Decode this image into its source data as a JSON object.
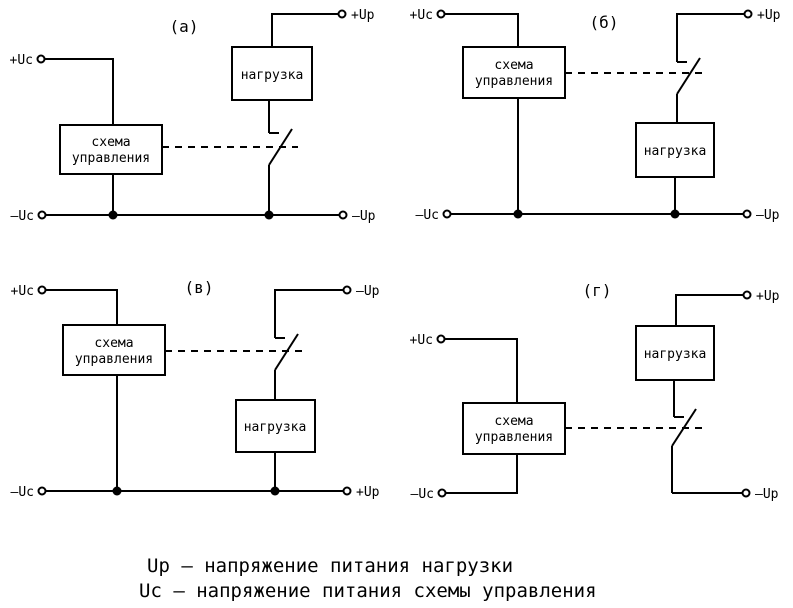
{
  "figure": {
    "background_color": "#ffffff",
    "line_color": "#000000",
    "circuits": [
      {
        "label": "(а)",
        "control_box": {
          "line1": "схема",
          "line2": "управления"
        },
        "load_box": "нагрузка",
        "terminals": {
          "left_top": "+Uc",
          "left_bottom": "–Uc",
          "right_top": "+Up",
          "right_bottom": "–Up"
        }
      },
      {
        "label": "(б)",
        "control_box": {
          "line1": "схема",
          "line2": "управления"
        },
        "load_box": "нагрузка",
        "terminals": {
          "left_top": "+Uc",
          "left_bottom": "–Uc",
          "right_top": "+Up",
          "right_bottom": "–Up"
        }
      },
      {
        "label": "(в)",
        "control_box": {
          "line1": "схема",
          "line2": "управления"
        },
        "load_box": "нагрузка",
        "terminals": {
          "left_top": "+Uc",
          "left_bottom": "–Uc",
          "right_top": "–Up",
          "right_bottom": "+Up"
        }
      },
      {
        "label": "(г)",
        "control_box": {
          "line1": "схема",
          "line2": "управления"
        },
        "load_box": "нагрузка",
        "terminals": {
          "left_top": "+Uc",
          "left_bottom": "–Uc",
          "right_top": "+Up",
          "right_bottom": "–Up"
        }
      }
    ],
    "legend": {
      "line1": "Up – напряжение питания нагрузки",
      "line2": "Uc – напряжение питания схемы управления"
    }
  }
}
